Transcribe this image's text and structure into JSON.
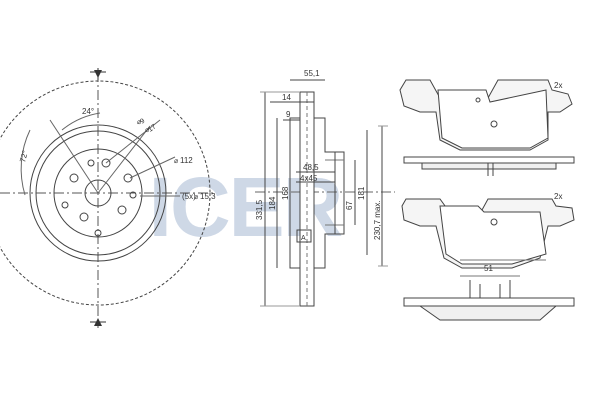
{
  "watermark": {
    "text": "ICER",
    "color": "#c9d4e4"
  },
  "colors": {
    "line": "#444444",
    "light": "#999999",
    "pad_fill": "#f5f5f5"
  },
  "disc_front": {
    "angle_top": "24°",
    "angle_left": "72°",
    "hole_small": "9",
    "hole_mid": "17",
    "pcd": "112",
    "bolt_pattern": "(5x)",
    "bore": "15,3"
  },
  "disc_section": {
    "overall_height": "55,1",
    "hat_depth": "14",
    "flange": "9",
    "outer_diameter": "331,5",
    "friction_ring_inner": "184",
    "hat_outer": "168",
    "center_height": "48,5",
    "chamfer": "4x45",
    "center_bore": "67",
    "bolt_circle": "181",
    "min_thickness": "230,7 max.",
    "view_label": "A"
  },
  "pads": {
    "quantity_top": "2x",
    "quantity_bottom": "2x",
    "width_label": "51"
  }
}
